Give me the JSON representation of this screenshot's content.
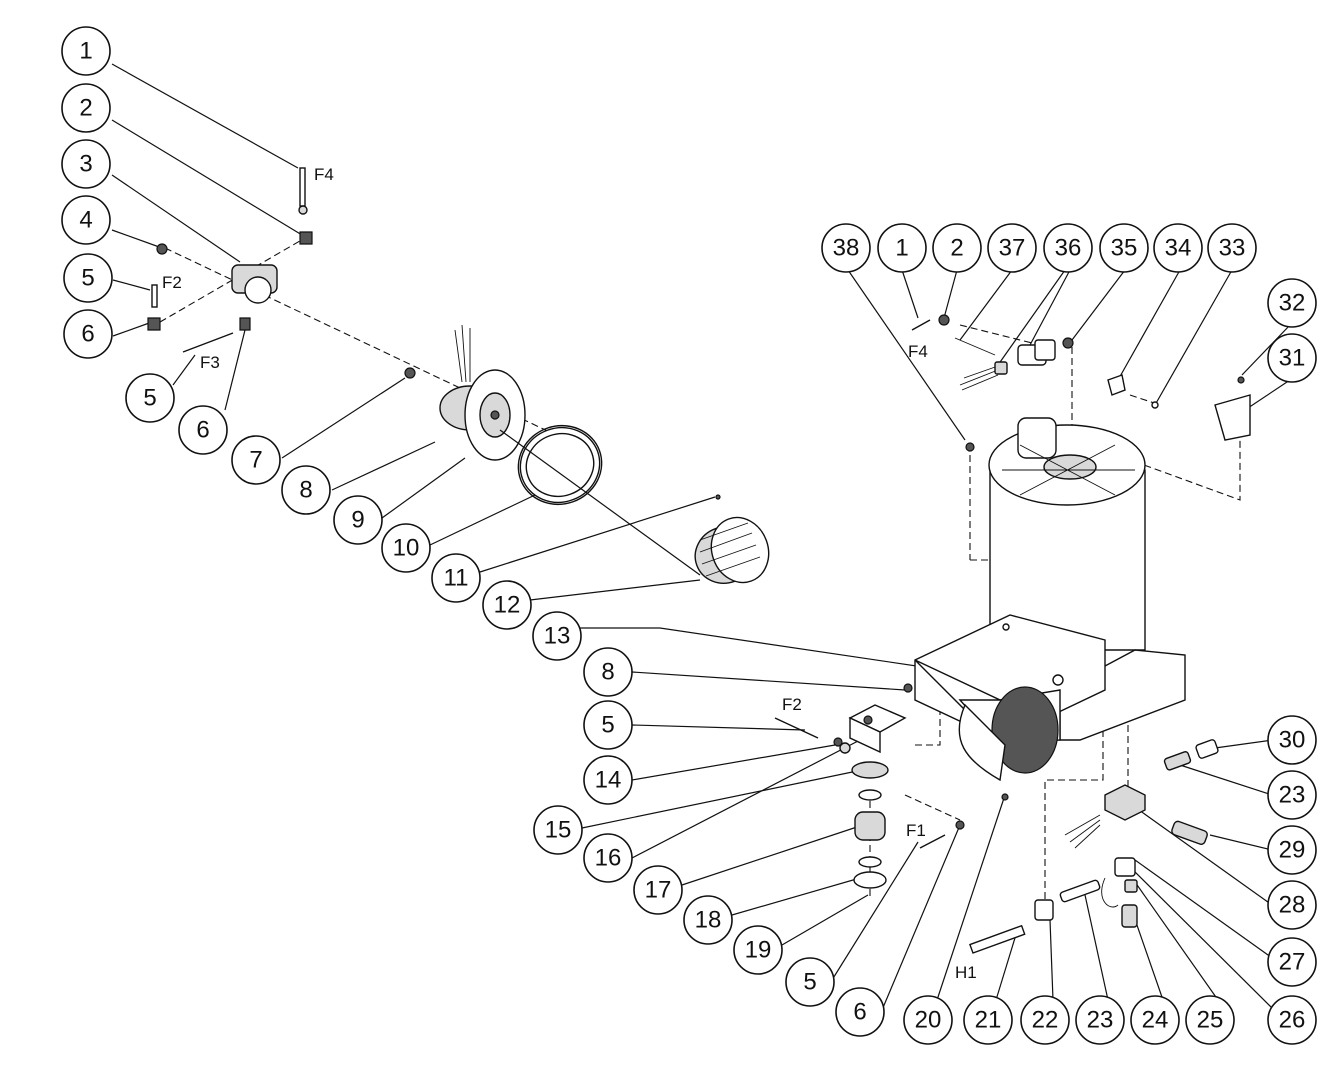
{
  "callouts": [
    "1",
    "2",
    "3",
    "4",
    "5",
    "6",
    "7",
    "8",
    "9",
    "10",
    "11",
    "12",
    "13",
    "14",
    "15",
    "16",
    "17",
    "18",
    "19",
    "20",
    "21",
    "22",
    "23",
    "24",
    "25",
    "26",
    "27",
    "28",
    "29",
    "30",
    "31",
    "32",
    "33",
    "34",
    "35",
    "36",
    "37",
    "38"
  ],
  "fastener_labels": {
    "f1": "F1",
    "f2": "F2",
    "f3": "F3",
    "f4": "F4",
    "h1": "H1"
  }
}
